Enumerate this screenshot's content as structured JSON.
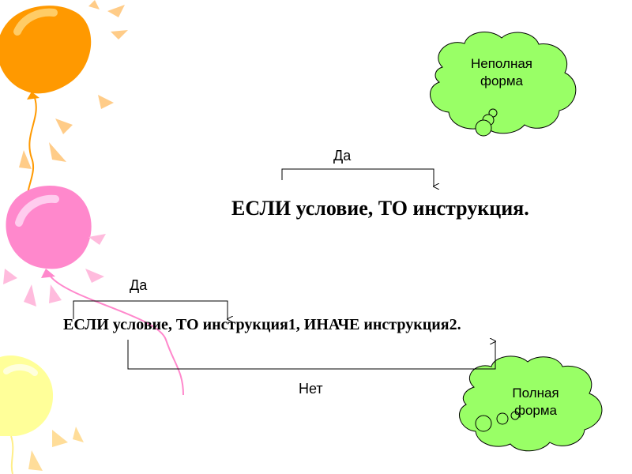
{
  "stmt_incomplete": "ЕСЛИ условие, ТО инструкция.",
  "stmt_complete": "ЕСЛИ условие, ТО инструкция1, ИНАЧЕ инструкция2.",
  "yes_label_top": "Да",
  "yes_label_bottom": "Да",
  "no_label": "Нет",
  "cloud_incomplete": {
    "line1": "Неполная",
    "line2": "форма"
  },
  "cloud_complete": {
    "line1": "Полная",
    "line2": "форма"
  },
  "colors": {
    "cloud_fill": "#99ff66",
    "balloon_orange": "#ff9900",
    "balloon_pink": "#ff88cc",
    "balloon_yellow": "#ffff99"
  }
}
